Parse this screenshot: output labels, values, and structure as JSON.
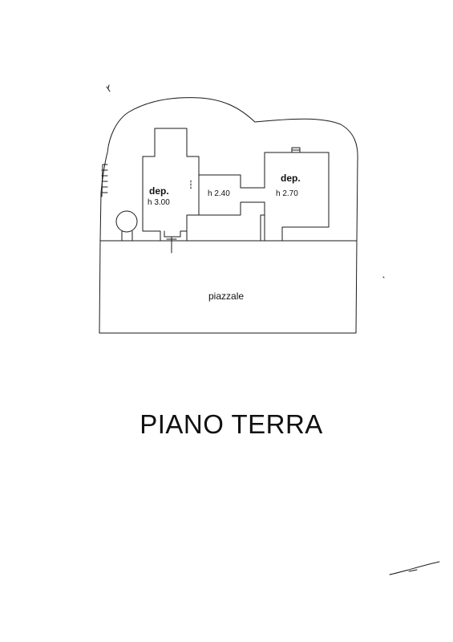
{
  "plan": {
    "rooms": [
      {
        "name": "dep.",
        "height": "h 3.00"
      },
      {
        "name": "",
        "height": "h 2.40"
      },
      {
        "name": "dep.",
        "height": "h 2.70"
      }
    ],
    "outdoor_label": "piazzale"
  },
  "title": "PIANO TERRA"
}
